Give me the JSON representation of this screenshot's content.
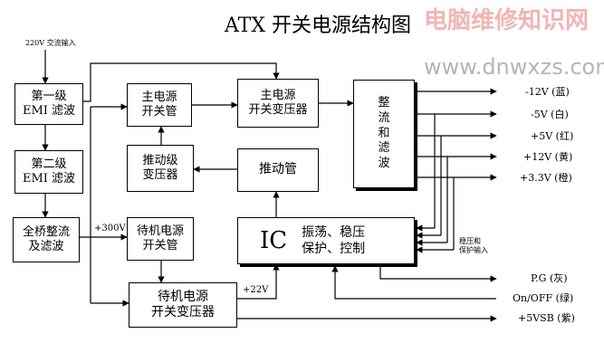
{
  "title": "ATX 开关电源结构图",
  "watermark": {
    "site_name": "电脑维修知识网",
    "url": "www.dnwxzs.com"
  },
  "labels": {
    "ac_input": "220V 交流输入",
    "v300": "+300V",
    "v22": "+22V",
    "feedback": [
      "稳压和",
      "保护输入"
    ]
  },
  "blocks": {
    "emi1": [
      "第一级",
      "EMI 滤波"
    ],
    "emi2": [
      "第二级",
      "EMI 滤波"
    ],
    "bridge": [
      "全桥整流",
      "及滤波"
    ],
    "main_switch": [
      "主电源",
      "开关管"
    ],
    "driver_transformer": [
      "推动级",
      "变压器"
    ],
    "standby_switch": [
      "待机电源",
      "开关管"
    ],
    "standby_transformer": [
      "待机电源",
      "开关变压器"
    ],
    "main_transformer": [
      "主电源",
      "开关变压器"
    ],
    "driver_tube": [
      "推动管"
    ],
    "filter": [
      "整",
      "流",
      "和",
      "滤",
      "波"
    ],
    "ic": {
      "label": "IC",
      "lines": [
        "振荡、稳压",
        "保护、控制"
      ]
    }
  },
  "outputs": [
    "-12V (蓝)",
    "-5V (白)",
    "+5V (红)",
    "+12V (黄)",
    "+3.3V (橙)",
    "P.G (灰)",
    "On/OFF (绿)",
    "+5VSB (紫)"
  ]
}
